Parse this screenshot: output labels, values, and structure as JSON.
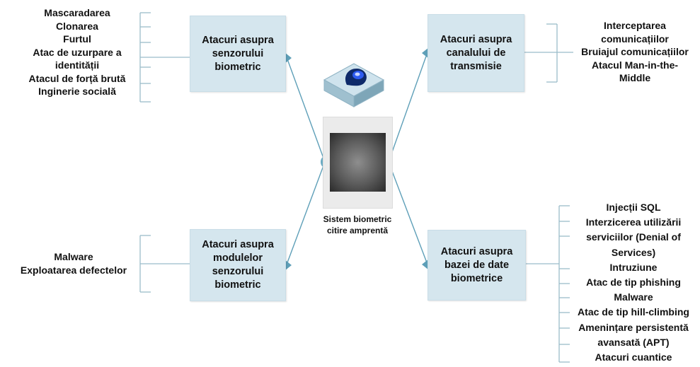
{
  "boxes": {
    "sensor": "Atacuri asupra senzorului biometric",
    "channel": "Atacuri asupra canalului de transmisie",
    "modules": "Atacuri asupra modulelor senzorului biometric",
    "database": "Atacuri asupra bazei de date biometrice"
  },
  "lists": {
    "sensor": [
      "Mascaradarea",
      "Clonarea",
      "Furtul",
      "Atac de uzurpare a",
      "identității",
      "Atacul de forță brută",
      "Inginerie socială"
    ],
    "channel": [
      "Interceptarea",
      "comunicațiilor",
      "Bruiajul comunicațiilor",
      "Atacul Man-in-the-",
      "Middle"
    ],
    "modules": [
      "Malware",
      "Exploatarea defectelor"
    ],
    "database": [
      "Injecții SQL",
      "Interzicerea utilizării",
      "serviciilor (Denial of",
      "Services)",
      "Intruziune",
      "Atac de tip phishing",
      "Malware",
      "Atac de tip hill-climbing",
      "Amenințare persistentă",
      "avansată (APT)",
      "Atacuri cuantice"
    ]
  },
  "center": {
    "label_line1": "Sistem biometric",
    "label_line2": "citire amprentă",
    "top_icon": "fingerprint-scanner-icon",
    "panel_image": "fingerprint-image"
  },
  "colors": {
    "box_fill": "#d5e6ee",
    "connector": "#5e9fb8",
    "bracket": "#9bbcca"
  }
}
